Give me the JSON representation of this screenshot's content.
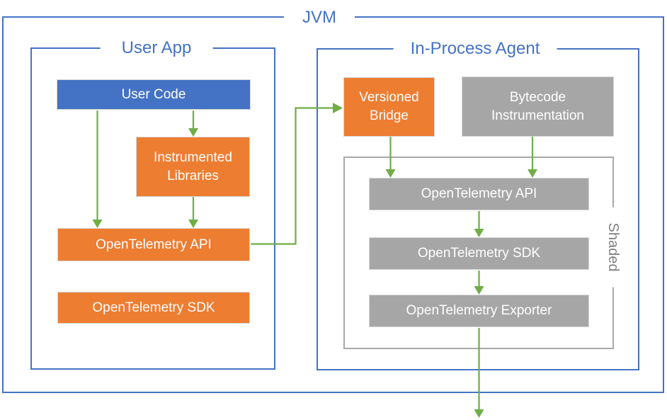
{
  "jvm": {
    "label": "JVM"
  },
  "user_app": {
    "title": "User App",
    "user_code": "User Code",
    "instrumented_libraries": "Instrumented Libraries",
    "otel_api": "OpenTelemetry API",
    "otel_sdk": "OpenTelemetry SDK"
  },
  "agent": {
    "title": "In-Process Agent",
    "versioned_bridge": "Versioned Bridge",
    "bytecode_instrumentation": "Bytecode Instrumentation",
    "shaded_label": "Shaded",
    "otel_api": "OpenTelemetry API",
    "otel_sdk": "OpenTelemetry SDK",
    "otel_exporter": "OpenTelemetry Exporter"
  },
  "colors": {
    "container_border_blue": "#4472C4",
    "node_blue": "#4472C4",
    "node_orange": "#ED7D31",
    "node_gray": "#A6A6A6",
    "arrow_green": "#70AD47",
    "shaded_border_gray": "#A8A8A8",
    "shaded_text_gray": "#7F7F7F"
  },
  "connections": [
    {
      "from": "user-code",
      "to": "user-app-opentelemetry-api"
    },
    {
      "from": "user-code",
      "to": "instrumented-libraries"
    },
    {
      "from": "instrumented-libraries",
      "to": "user-app-opentelemetry-api"
    },
    {
      "from": "user-app-opentelemetry-api",
      "to": "versioned-bridge"
    },
    {
      "from": "versioned-bridge",
      "to": "agent-opentelemetry-api"
    },
    {
      "from": "bytecode-instrumentation",
      "to": "agent-opentelemetry-api"
    },
    {
      "from": "agent-opentelemetry-api",
      "to": "agent-opentelemetry-sdk"
    },
    {
      "from": "agent-opentelemetry-sdk",
      "to": "agent-opentelemetry-exporter"
    },
    {
      "from": "agent-opentelemetry-exporter",
      "to": "outside-jvm"
    }
  ]
}
